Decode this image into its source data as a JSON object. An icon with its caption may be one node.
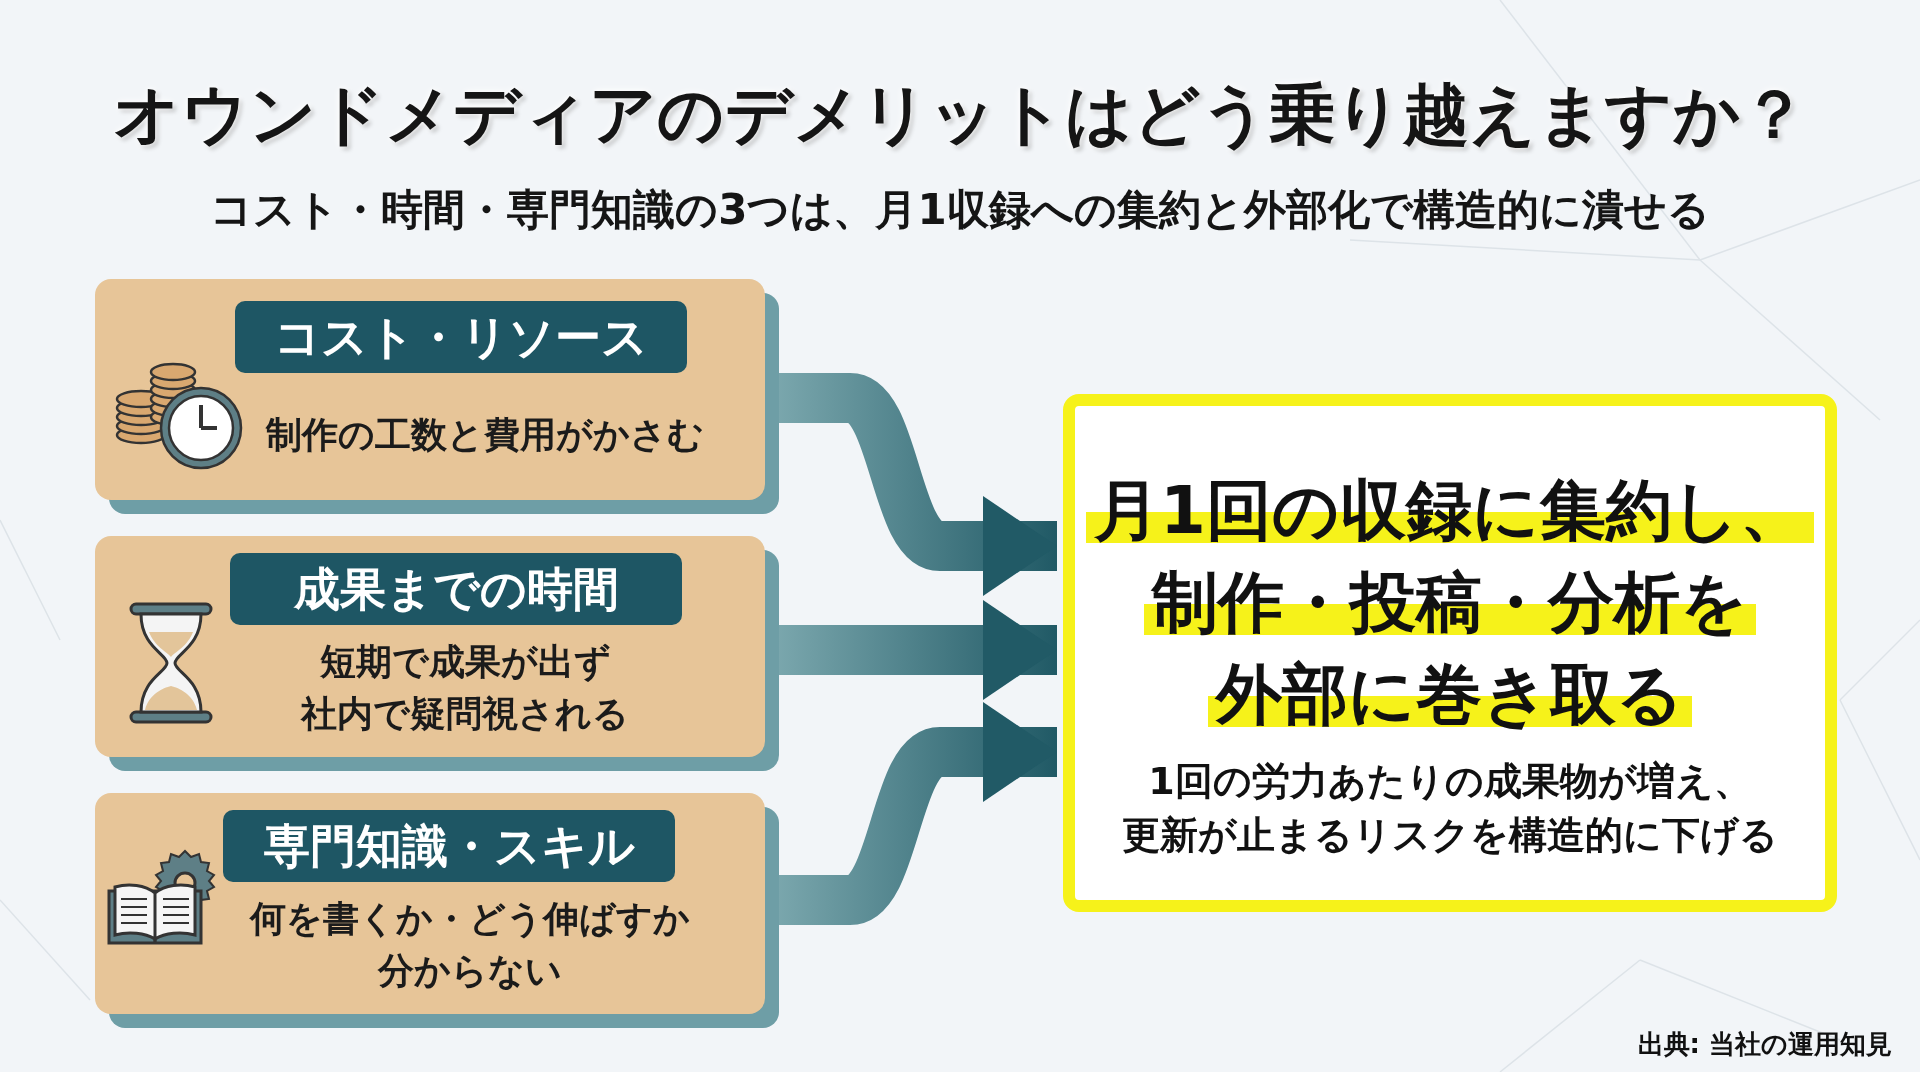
{
  "diagram": {
    "title": "オウンドメディアのデメリットはどう乗り越えますか？",
    "caption": "コスト・時間・専門知識の3つは、月1収録への集約と外部化で構造的に潰せる",
    "nodes": [
      {
        "text": [
          "コスト・リソース",
          "制作の工数と費用がかさむ"
        ]
      },
      {
        "text": [
          "成果までの時間",
          "短期で成果が出ず",
          "社内で疑問視される"
        ]
      },
      {
        "text": [
          "専門知識・スキル",
          "何を書くか・どう伸ばすか",
          "分からない"
        ]
      },
      {
        "text": [
          "月1回の収録に集約し、",
          "制作・投稿・分析を",
          "外部に巻き取る",
          "1回の労力あたりの成果物が増え、",
          "更新が止まるリスクを構造的に下げる"
        ]
      }
    ],
    "edges": [
      {
        "from": 0,
        "to": 3,
        "arrow": "to"
      },
      {
        "from": 1,
        "to": 3,
        "arrow": "to"
      },
      {
        "from": 2,
        "to": 3,
        "arrow": "to"
      }
    ],
    "labels": [
      "出典: 当社の運用知見"
    ]
  }
}
